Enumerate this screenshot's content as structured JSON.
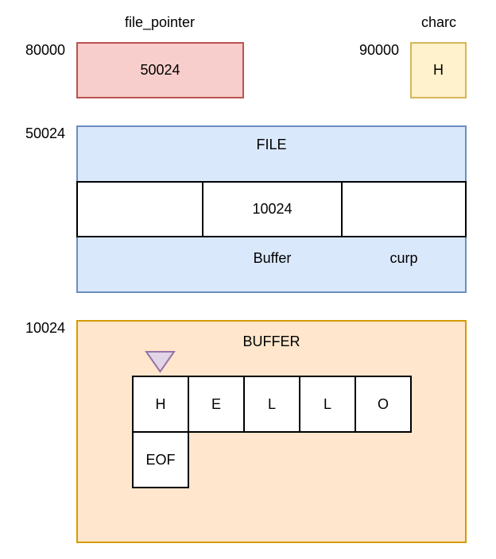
{
  "file_pointer": {
    "name": "file_pointer",
    "address": "80000",
    "value": "50024",
    "fill": "#f8cecc",
    "stroke": "#b85450"
  },
  "charc": {
    "name": "charc",
    "address": "90000",
    "value": "H",
    "fill": "#fff2cc",
    "stroke": "#d6b656"
  },
  "file_struct": {
    "address": "50024",
    "title": "FILE",
    "fill": "#dae8fc",
    "stroke": "#6c8ebf",
    "fields": [
      "",
      "10024",
      ""
    ],
    "field_labels": [
      "",
      "Buffer",
      "curp"
    ]
  },
  "buffer": {
    "address": "10024",
    "title": "BUFFER",
    "fill": "#ffe6cc",
    "stroke": "#d79b00",
    "cells": [
      "H",
      "E",
      "L",
      "L",
      "O",
      "EOF"
    ],
    "cursor": {
      "icon": "triangle-down-icon",
      "fill": "#e1d5e7",
      "stroke": "#9673a6",
      "points_to_index": 0
    }
  }
}
